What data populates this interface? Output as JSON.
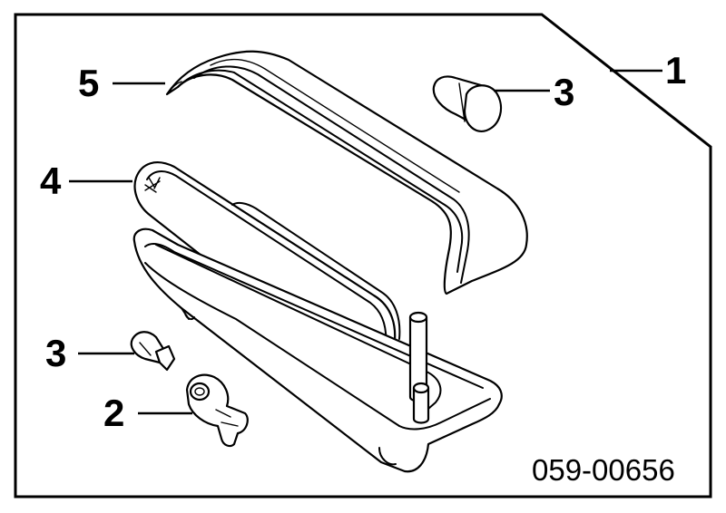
{
  "diagram": {
    "code": "059-00656",
    "callouts": [
      {
        "id": "c1",
        "label": "1"
      },
      {
        "id": "c2",
        "label": "2"
      },
      {
        "id": "c3a",
        "label": "3"
      },
      {
        "id": "c3b",
        "label": "3"
      },
      {
        "id": "c4",
        "label": "4"
      },
      {
        "id": "c5",
        "label": "5"
      }
    ],
    "colors": {
      "ink": "#000000",
      "paper": "#ffffff"
    }
  }
}
